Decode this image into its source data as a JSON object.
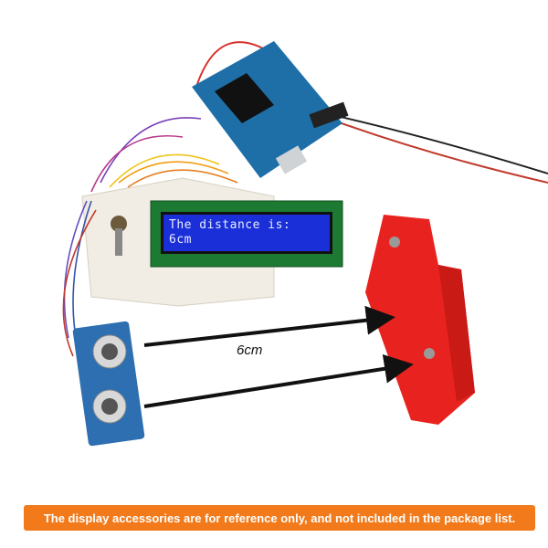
{
  "scene": {
    "description": "Arduino ultrasonic distance measurement setup with LCD display and red target block",
    "components": [
      "arduino-board",
      "breadboard",
      "lcd-1602",
      "hc-sr04-ultrasonic-sensor",
      "potentiometer",
      "red-target-block",
      "jumper-wires",
      "power-cable"
    ]
  },
  "lcd": {
    "line1": "The distance is:",
    "line2": "6cm",
    "backlight_color": "#1a2fd8"
  },
  "measurement": {
    "label": "6cm"
  },
  "notice": {
    "text": "The display accessories are for reference only,   and not included in the package list.",
    "background": "#f27a1a"
  },
  "colors": {
    "arduino": "#1e6fa8",
    "breadboard": "#f1ede4",
    "target": "#e8231f",
    "sensor": "#2d6fb0"
  }
}
